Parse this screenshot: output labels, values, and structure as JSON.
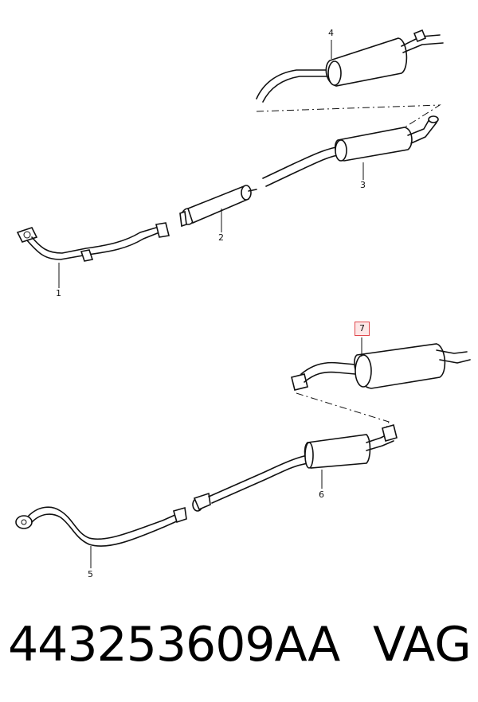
{
  "callouts": [
    {
      "id": "1",
      "label": "1",
      "highlighted": false
    },
    {
      "id": "2",
      "label": "2",
      "highlighted": false
    },
    {
      "id": "3",
      "label": "3",
      "highlighted": false
    },
    {
      "id": "4",
      "label": "4",
      "highlighted": false
    },
    {
      "id": "5",
      "label": "5",
      "highlighted": false
    },
    {
      "id": "6",
      "label": "6",
      "highlighted": false
    },
    {
      "id": "7",
      "label": "7",
      "highlighted": true
    }
  ],
  "footer": {
    "part_number": "443253609AA",
    "brand": "VAG"
  },
  "colors": {
    "highlight_border": "#e0474c",
    "highlight_fill": "#fde7e7",
    "ink": "#111111"
  }
}
